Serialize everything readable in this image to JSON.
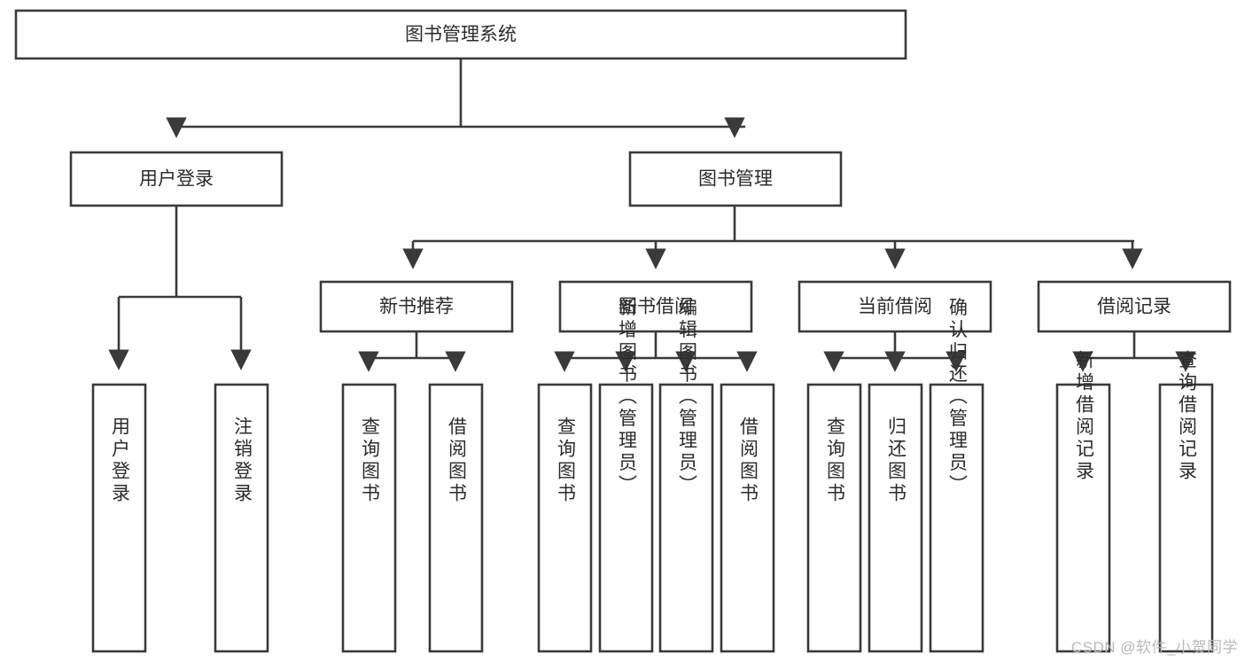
{
  "diagram": {
    "type": "tree-hierarchy",
    "title": "图书管理系统",
    "orientation": "top-down",
    "watermark": "CSDN @软件_小贺同学",
    "colors": {
      "box_stroke": "#3a3a3a",
      "box_fill": "#ffffff",
      "text": "#2b2b2b",
      "edge": "#3a3a3a",
      "watermark": "#b9b9b9",
      "background": "#ffffff"
    },
    "root": {
      "label": "图书管理系统"
    },
    "level2": [
      {
        "label": "用户登录"
      },
      {
        "label": "图书管理"
      }
    ],
    "level3": [
      {
        "label": "新书推荐"
      },
      {
        "label": "图书借阅"
      },
      {
        "label": "当前借阅"
      },
      {
        "label": "借阅记录"
      }
    ],
    "leaves": {
      "user_login": [
        {
          "label": "用户登录"
        },
        {
          "label": "注销登录"
        }
      ],
      "new_book_recommend": [
        {
          "label": "查询图书"
        },
        {
          "label": "借阅图书"
        }
      ],
      "book_borrow": [
        {
          "label": "查询图书"
        },
        {
          "label": "新增图书（管理员）"
        },
        {
          "label": "编辑图书（管理员）"
        },
        {
          "label": "借阅图书"
        }
      ],
      "current_borrow": [
        {
          "label": "查询图书"
        },
        {
          "label": "归还图书"
        },
        {
          "label": "确认归还（管理员）"
        }
      ],
      "borrow_record": [
        {
          "label": "新增借阅记录"
        },
        {
          "label": "查询借阅记录"
        }
      ]
    }
  }
}
